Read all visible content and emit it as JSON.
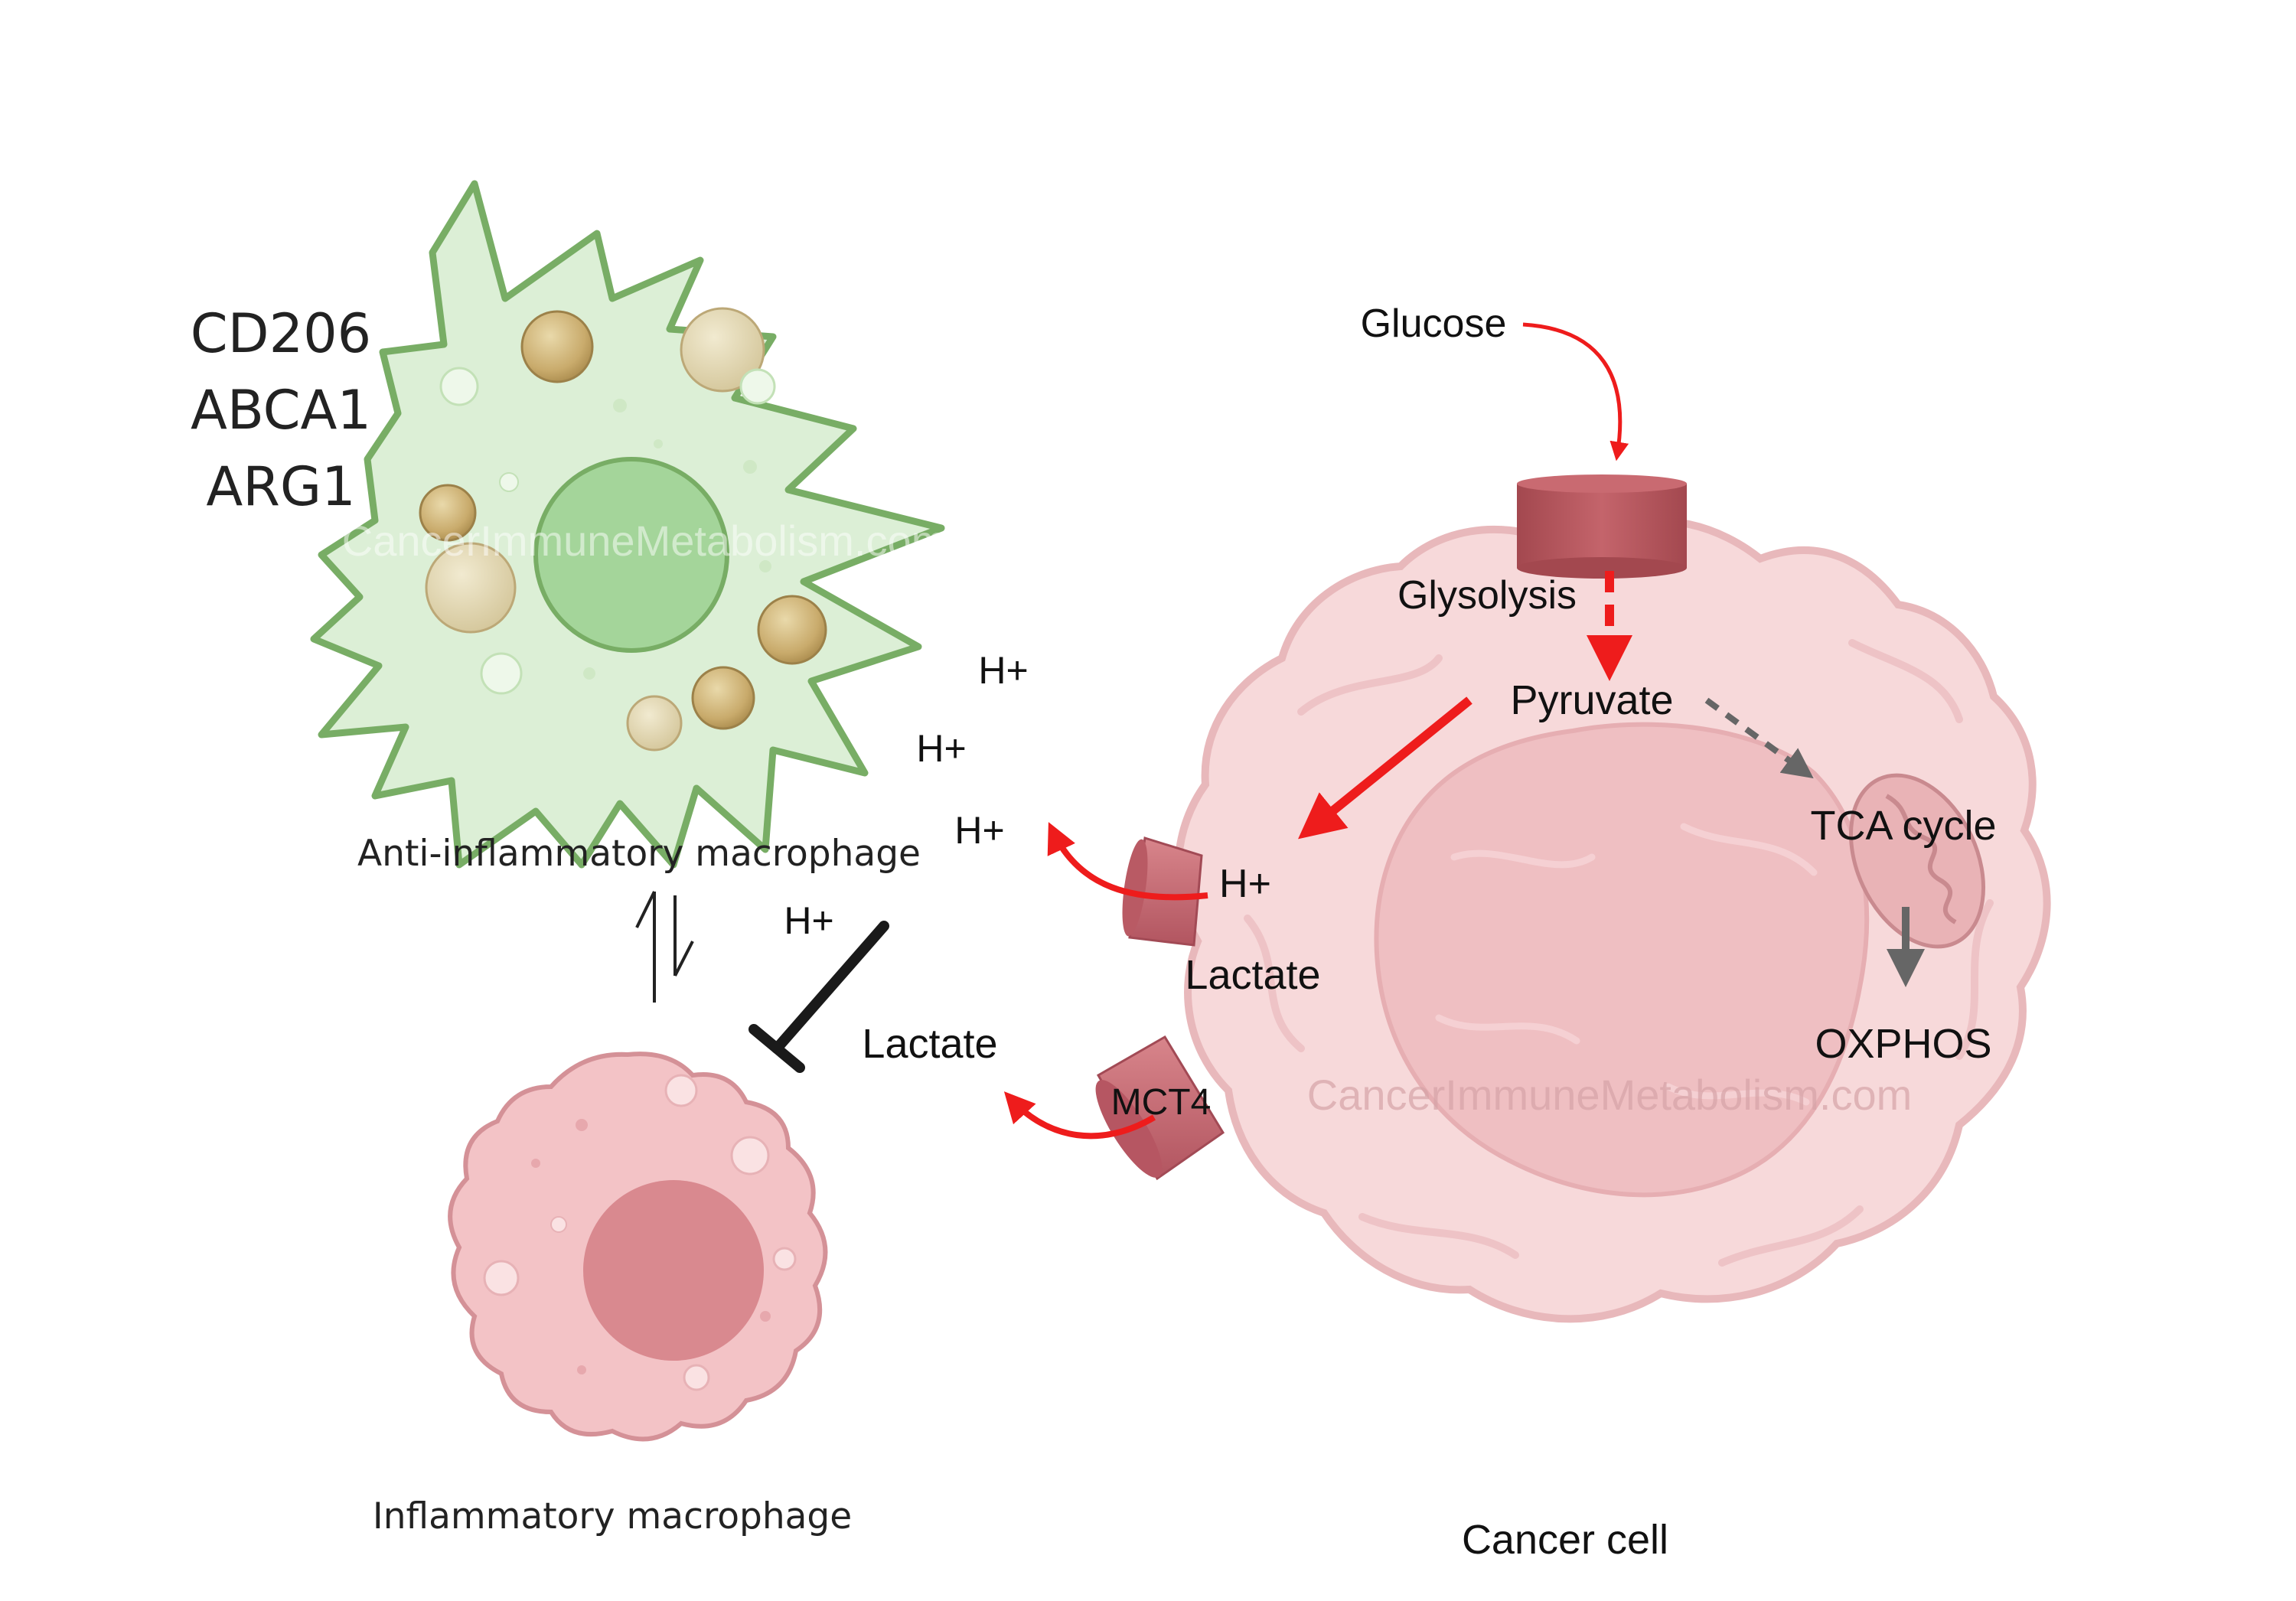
{
  "watermark": "CancerImmuneMetabolism.com",
  "macrophage_markers": [
    "CD206",
    "ABCA1",
    "ARG1"
  ],
  "cells": {
    "anti_inflammatory": "Anti-inflammatory macrophage",
    "inflammatory": "Inflammatory macrophage",
    "cancer": "Cancer cell"
  },
  "pathway": {
    "glucose": "Glucose",
    "glycolysis": "Glysolysis",
    "pyruvate": "Pyruvate",
    "tca": "TCA cycle",
    "oxphos": "OXPHOS",
    "proton_inside": "H+",
    "lactate_inside": "Lactate",
    "transporter": "MCT4"
  },
  "extracellular": {
    "protons": [
      "H+",
      "H+",
      "H+",
      "H+"
    ],
    "lactate": "Lactate"
  },
  "colors": {
    "red_arrow": "#ee1c1c",
    "inhibition": "#1a1a1a",
    "grey_arrow": "#666666",
    "anti_inflammatory_fill": "#dcefd6",
    "anti_inflammatory_edge": "#78ad65",
    "inflammatory_fill": "#f3c3c6",
    "cancer_fill": "#f7d9da",
    "transporter_fill": "#c05e64"
  }
}
